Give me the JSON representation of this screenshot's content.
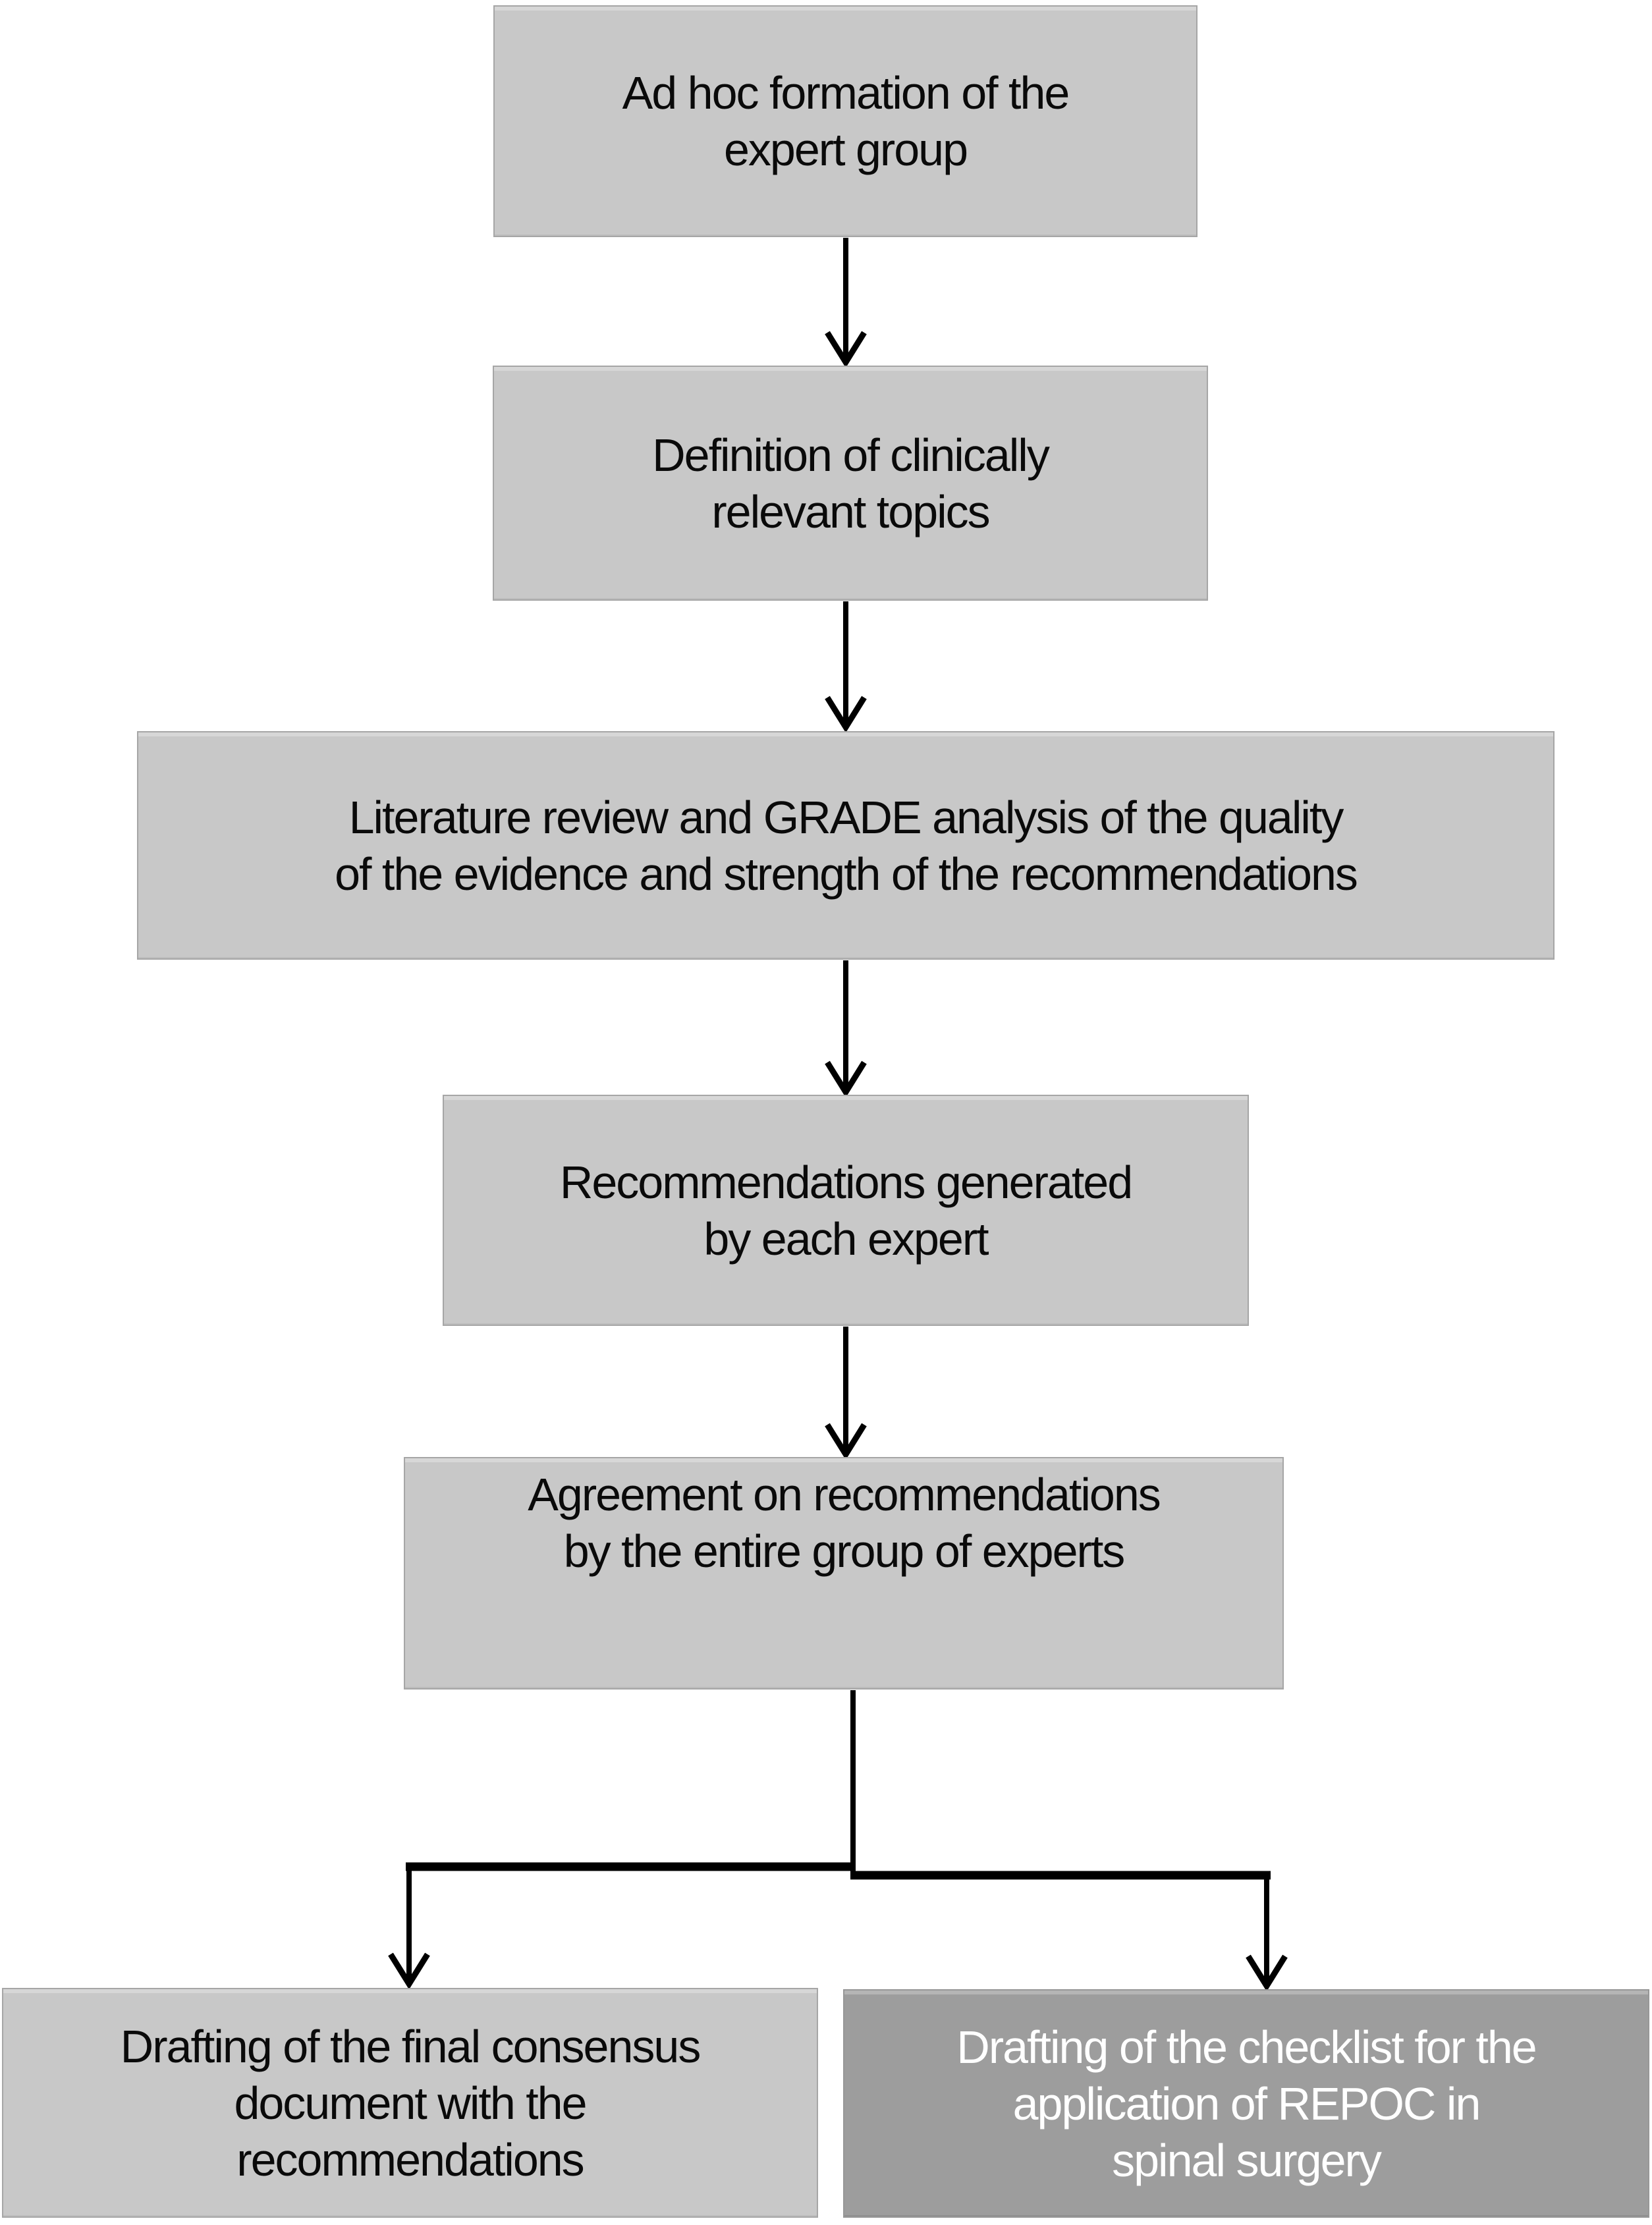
{
  "figure": {
    "type": "flowchart",
    "background": "#ffffff",
    "colors": {
      "box_fill_light": "#c8c8c8",
      "box_fill_dark": "#9d9d9d",
      "box_border": "#a6a6a6",
      "box_top_highlight": "#d7d7d7",
      "arrow": "#000000",
      "text_on_light": "#0a0a0a",
      "text_on_dark": "#ffffff"
    },
    "steps": [
      {
        "id": "step-1",
        "label": "Ad hoc formation of the\nexpert group"
      },
      {
        "id": "step-2",
        "label": "Definition of clinically\nrelevant topics"
      },
      {
        "id": "step-3",
        "label": "Literature review and GRADE analysis of the quality\nof the evidence and strength of the recommendations"
      },
      {
        "id": "step-4",
        "label": "Recommendations generated\nby each expert"
      },
      {
        "id": "step-5",
        "label": "Agreement on recommendations\nby the entire group of experts"
      },
      {
        "id": "step-6a",
        "label": "Drafting of the final consensus\ndocument with the\nrecommendations"
      },
      {
        "id": "step-6b",
        "label": "Drafting of the checklist for the\napplication of REPOC in\nspinal surgery"
      }
    ]
  }
}
